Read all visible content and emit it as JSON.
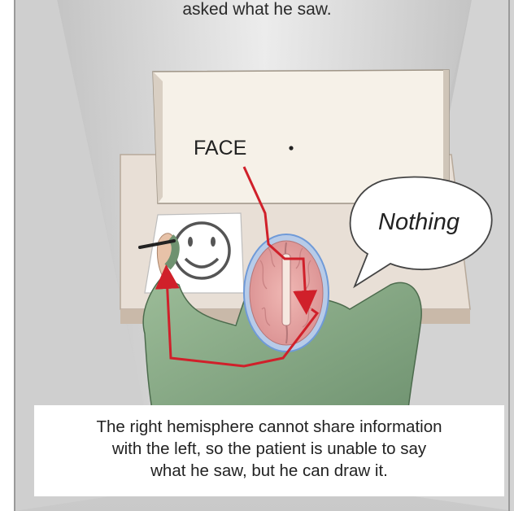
{
  "top_caption": "asked what he saw.",
  "screen_word": "FACE",
  "speech_bubble": "Nothing",
  "bottom_caption": [
    "The right hemisphere cannot share information",
    "with the left, so the patient is unable to say",
    "what he saw, but he can draw it."
  ],
  "colors": {
    "arrow": "#d0202a",
    "brain": "#e2a0a0",
    "brain_outline": "#6f9ad8",
    "shirt": "#8fb28c",
    "booth": "#d8d8d8"
  }
}
